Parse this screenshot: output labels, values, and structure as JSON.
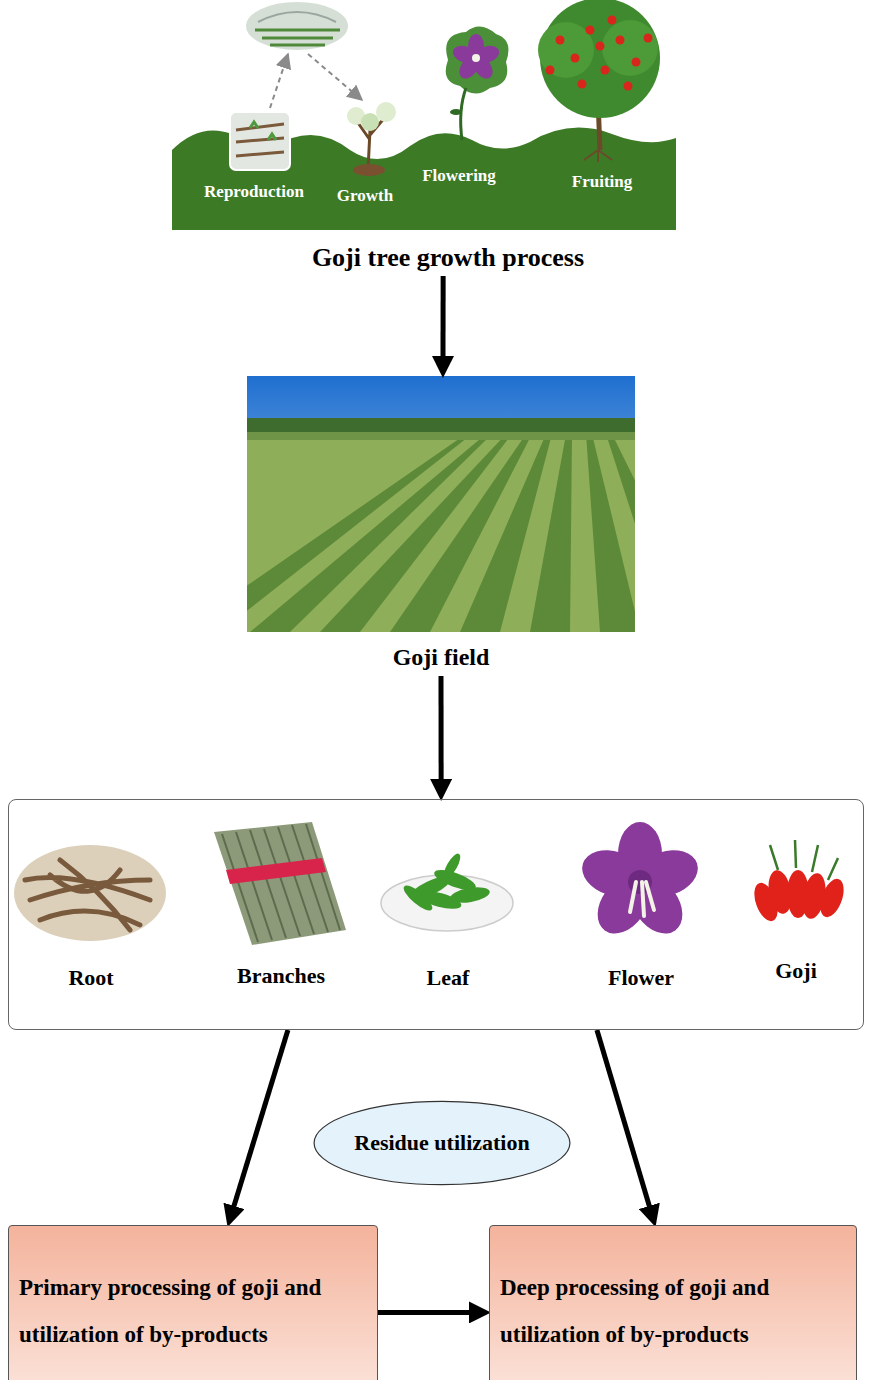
{
  "diagram": {
    "nodes": [
      {
        "text": [
          "Reproduction",
          "Growth",
          "Flowering",
          "Fruiting",
          "Goji tree growth process"
        ]
      },
      {
        "text": [
          "Goji field"
        ]
      },
      {
        "text": []
      },
      {
        "text": [
          "Root"
        ],
        "in": 2
      },
      {
        "text": [
          "Branches"
        ],
        "in": 2
      },
      {
        "text": [
          "Leaf"
        ],
        "in": 2
      },
      {
        "text": [
          "Flower"
        ],
        "in": 2
      },
      {
        "text": [
          "Goji"
        ],
        "in": 2
      },
      {
        "text": [
          "Residue utilization"
        ]
      },
      {
        "text": [
          "Primary processing of goji and utilization of by-products"
        ]
      },
      {
        "text": [
          "Deep processing of goji and utilization of by-products"
        ]
      }
    ],
    "edges": [
      {
        "from": 0,
        "to": 1,
        "arrow": "to"
      },
      {
        "from": 1,
        "to": 2,
        "arrow": "to"
      },
      {
        "from": 2,
        "to": 9,
        "arrow": "to"
      },
      {
        "from": 2,
        "to": 10,
        "arrow": "to"
      },
      {
        "from": 9,
        "to": 10,
        "arrow": "to"
      }
    ]
  }
}
